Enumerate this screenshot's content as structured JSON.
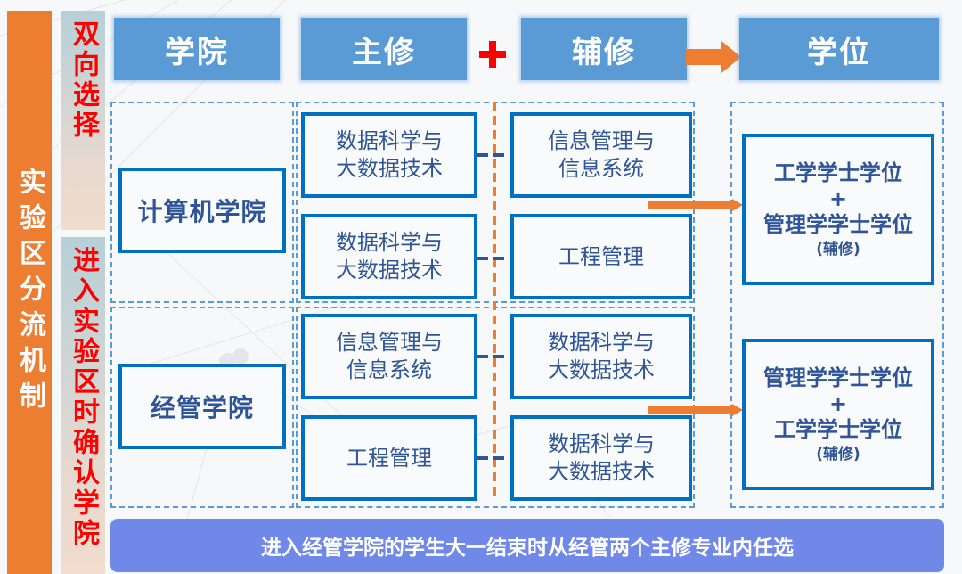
{
  "sidebar": {
    "main_label": "实验区分流机制",
    "stage_1": "双向选择",
    "stage_2": "进入实验区时确认学院"
  },
  "header": {
    "col_college": "学院",
    "col_major": "主修",
    "col_minor": "辅修",
    "col_degree": "学位",
    "plus_icon": "plus-icon",
    "arrow_icon": "arrow-right-icon"
  },
  "groups": [
    {
      "college": "计算机学院",
      "pairs": [
        {
          "major": [
            "数据科学与",
            "大数据技术"
          ],
          "minor": [
            "信息管理与",
            "信息系统"
          ]
        },
        {
          "major": [
            "数据科学与",
            "大数据技术"
          ],
          "minor": [
            "工程管理"
          ]
        }
      ],
      "degree": {
        "primary": "工学学士学位",
        "plus": "+",
        "secondary": "管理学学士学位",
        "note": "(辅修)"
      }
    },
    {
      "college": "经管学院",
      "pairs": [
        {
          "major": [
            "信息管理与",
            "信息系统"
          ],
          "minor": [
            "数据科学与",
            "大数据技术"
          ]
        },
        {
          "major": [
            "工程管理"
          ],
          "minor": [
            "数据科学与",
            "大数据技术"
          ]
        }
      ],
      "degree": {
        "primary": "管理学学士学位",
        "plus": "+",
        "secondary": "工学学士学位",
        "note": "(辅修)"
      }
    }
  ],
  "footer": {
    "note": "进入经管学院的学生大一结束时从经管两个主修专业内任选"
  },
  "colors": {
    "accent_orange": "#ed7d31",
    "header_blue": "#5b9bd5",
    "box_border": "#0070c0",
    "box_text": "#2f5597",
    "stage_text_red": "#ff0000",
    "footer_bg": "#7089e8"
  }
}
